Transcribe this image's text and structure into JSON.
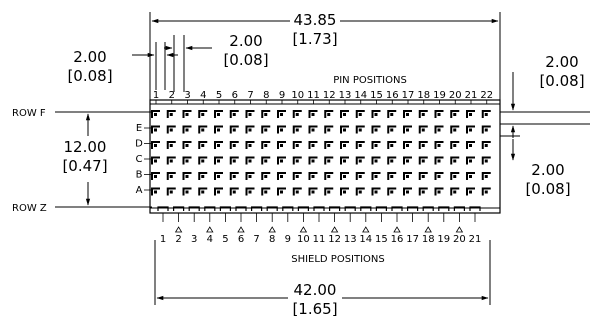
{
  "dimensions": {
    "overall_width": {
      "mm": "43.85",
      "in": "[1.73]"
    },
    "bottom_width": {
      "mm": "42.00",
      "in": "[1.65]"
    },
    "pin_pitch_left": {
      "mm": "2.00",
      "in": "[0.08]"
    },
    "pin_pitch_top": {
      "mm": "2.00",
      "in": "[0.08]"
    },
    "row_pitch_right_top": {
      "mm": "2.00",
      "in": "[0.08]"
    },
    "row_pitch_right_bottom": {
      "mm": "2.00",
      "in": "[0.08]"
    },
    "height": {
      "mm": "12.00",
      "in": "[0.47]"
    }
  },
  "labels": {
    "pin_positions": "PIN POSITIONS",
    "shield_positions": "SHIELD POSITIONS",
    "row_f": "ROW F",
    "row_z": "ROW Z"
  },
  "row_letters": [
    "E",
    "D",
    "C",
    "B",
    "A"
  ],
  "pin_numbers": [
    "1",
    "2",
    "3",
    "4",
    "5",
    "6",
    "7",
    "8",
    "9",
    "10",
    "11",
    "12",
    "13",
    "14",
    "15",
    "16",
    "17",
    "18",
    "19",
    "20",
    "21",
    "22"
  ],
  "shield_numbers": [
    "1",
    "2",
    "3",
    "4",
    "5",
    "6",
    "7",
    "8",
    "9",
    "10",
    "11",
    "12",
    "13",
    "14",
    "15",
    "16",
    "17",
    "18",
    "19",
    "20",
    "21"
  ]
}
